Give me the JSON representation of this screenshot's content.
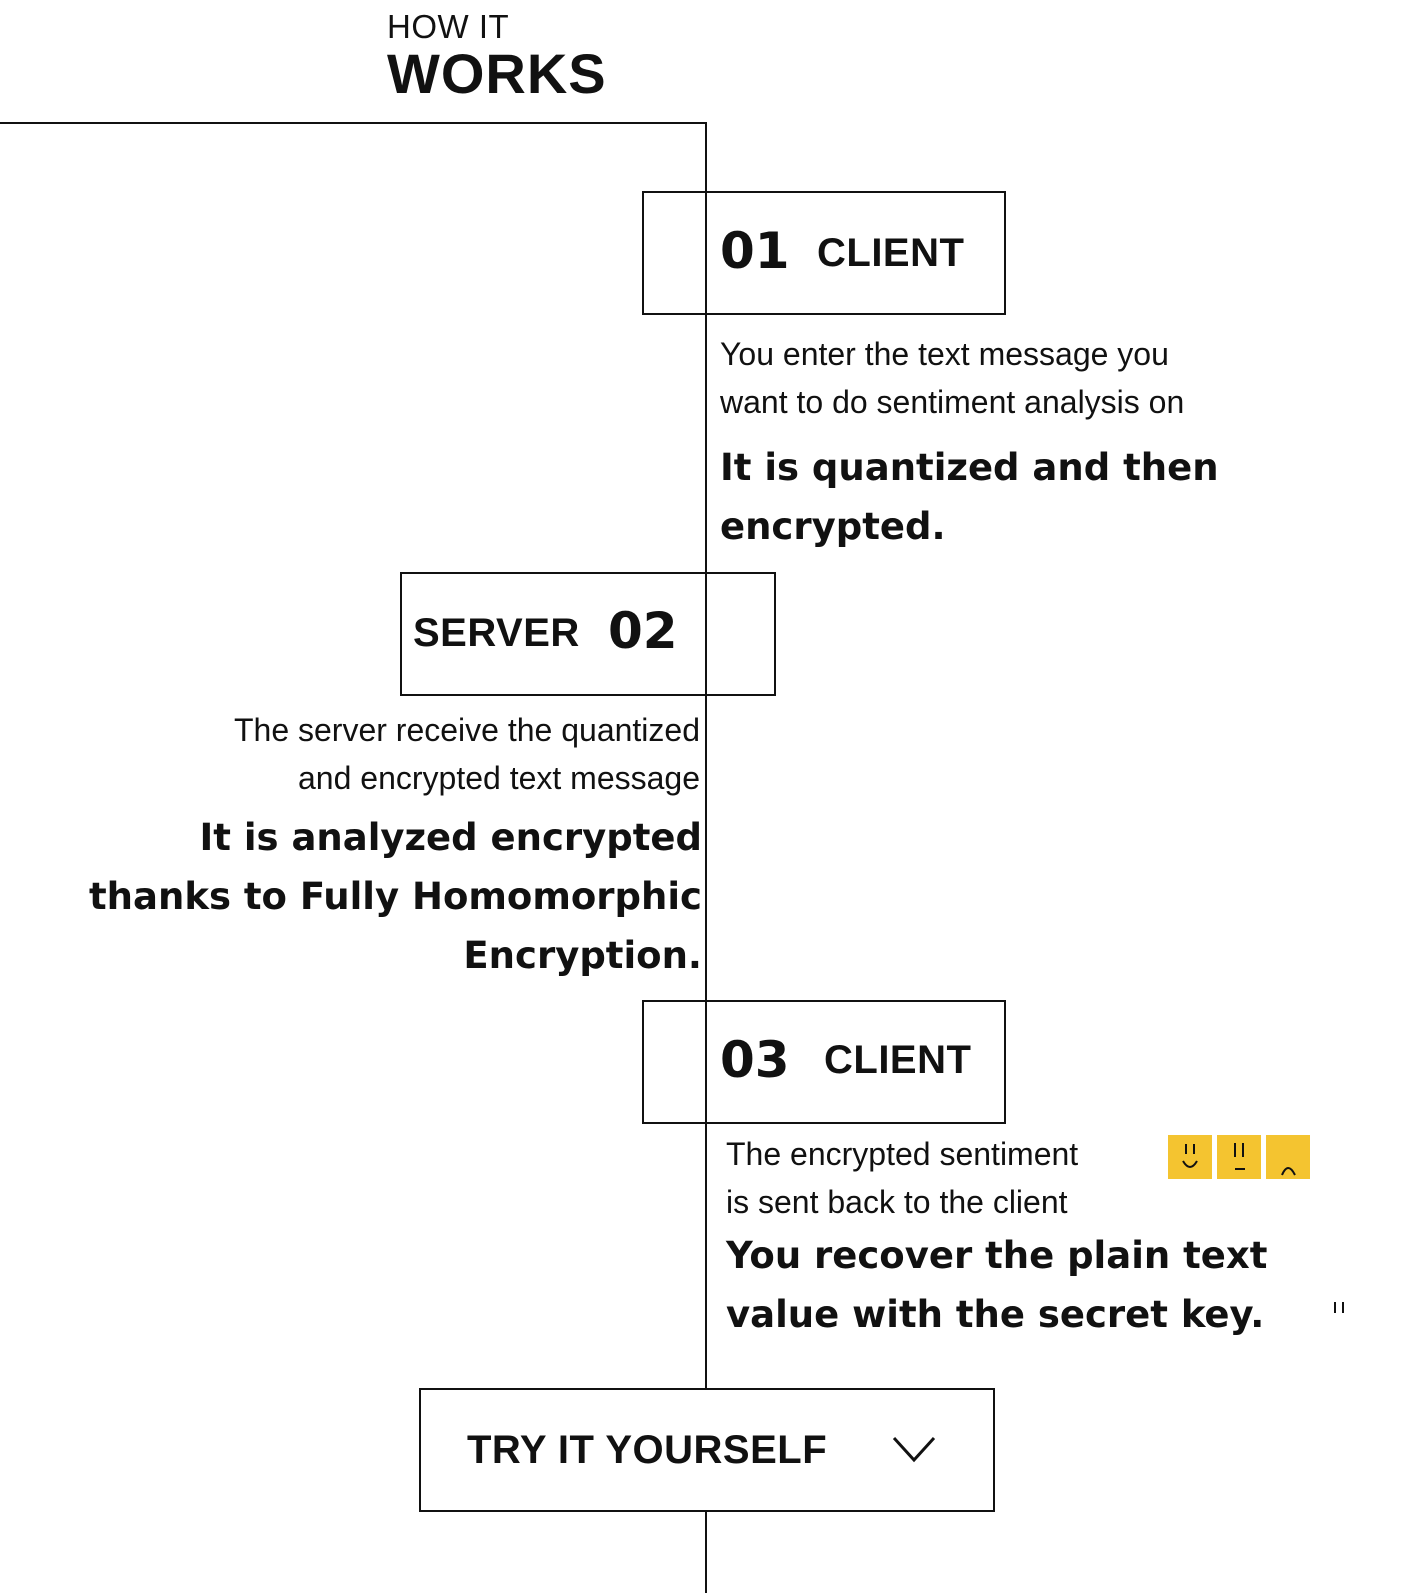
{
  "header": {
    "kicker": "HOW IT",
    "title": "WORKS"
  },
  "steps": [
    {
      "number": "01",
      "role": "CLIENT",
      "description": [
        "You enter the text message you",
        "want to do sentiment analysis on"
      ],
      "highlight": [
        "It is quantized and then",
        "encrypted."
      ]
    },
    {
      "number": "02",
      "role": "SERVER",
      "description": [
        "The server receive the quantized",
        "and encrypted text message"
      ],
      "highlight": [
        "It is analyzed encrypted",
        "thanks to Fully Homomorphic",
        "Encryption."
      ]
    },
    {
      "number": "03",
      "role": "CLIENT",
      "description": [
        "The encrypted sentiment",
        "is sent back to the client"
      ],
      "highlight": [
        "You recover the plain text",
        "value with the secret key."
      ]
    }
  ],
  "sentiment_icons": [
    "smile-face-icon",
    "neutral-face-icon",
    "sad-face-icon"
  ],
  "cta": {
    "label": "TRY IT YOURSELF",
    "icon": "chevron-down-icon"
  },
  "colors": {
    "ink": "#111111",
    "background": "#ffffff",
    "accent": "#f4c430"
  }
}
